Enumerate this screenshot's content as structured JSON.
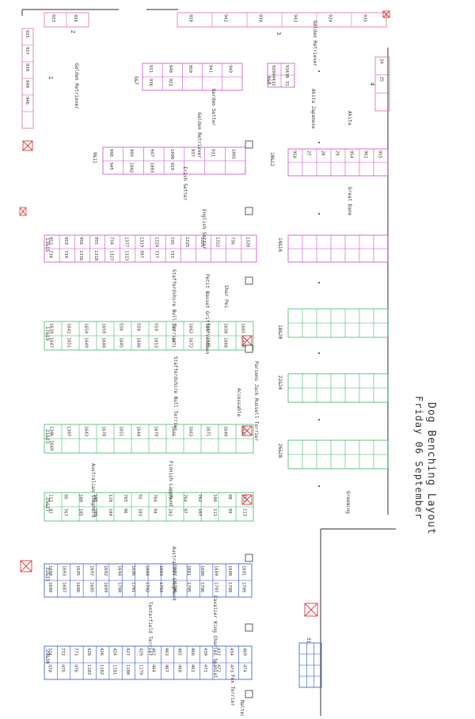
{
  "title": "Dog Benching Layout",
  "subtitle": "Friday 06 September",
  "colors": {
    "pink": "#e0708a",
    "magenta": "#c84fc4",
    "green": "#3fb86a",
    "blue": "#2f55c8",
    "red": "#d83a3a",
    "wall": "#555555"
  },
  "ring_labels": [
    "1",
    "2",
    "3",
    "4"
  ],
  "area_labels": [
    "Grooming",
    "Accessable"
  ],
  "breeds": [
    "Golden Retriever",
    "Golden Retriever",
    "Golden Retriever",
    "Akita Japanese",
    "Akita",
    "Great Dane",
    "Gordon Setter",
    "Irish Setter",
    "English Setter",
    "Petit Basset Griffon Vendeen",
    "Shar Pei",
    "Staffordshire Bull Terrier",
    "Staffordshire Bull Terrier",
    "Parsons Jack Russell Terrier",
    "Finnish Lapphund",
    "Australian Shepherd",
    "Australian Shepherd",
    "Cavalier King Charles Spaniel",
    "Tenterfield Terrier",
    "Fox Terrier",
    "Maltese"
  ],
  "row_labels": [
    "5&7",
    "6&8",
    "9&11",
    "10&12",
    "13&15",
    "14&16",
    "17&19",
    "18&20",
    "21&23",
    "22&24",
    "25&27",
    "26&28",
    "29&30",
    "31",
    "32&33"
  ],
  "numbers": {
    "top_pink": [
      "928",
      "942",
      "938",
      "943",
      "924",
      "935"
    ],
    "pink_left": [
      "923",
      "926",
      "925",
      "927",
      "930",
      "940",
      "946"
    ],
    "pink_small": [
      "24",
      "25"
    ],
    "m1": [
      "920",
      "934",
      "944",
      "30",
      "32",
      "31"
    ],
    "m2": [
      "921",
      "948",
      "950",
      "941",
      "949",
      "936",
      "922"
    ],
    "m3": [
      "958",
      "27",
      "28",
      "29",
      "954",
      "961",
      "955"
    ],
    "m4": [
      "998",
      "999",
      "947",
      "1000",
      "937",
      "931",
      "1001",
      "945",
      "1002",
      "1003",
      "929"
    ],
    "m5": [
      "953",
      "959",
      "956",
      "955",
      "734",
      "1377",
      "1319",
      "1324",
      "735",
      "1325",
      "1321",
      "1322",
      "736",
      "1320",
      "738",
      "739",
      "1316",
      "1318",
      "1327",
      "1323",
      "997",
      "737",
      "733"
    ],
    "green1": [
      "1639",
      "1642",
      "1654",
      "1659",
      "556",
      "558",
      "559",
      "557",
      "1662",
      "1660",
      "1650",
      "1665",
      "1647",
      "1651",
      "1649",
      "1648",
      "1645",
      "1646",
      "1653",
      "1671",
      "1672",
      "1665",
      "1668",
      "1656",
      "1673",
      "1670",
      "1676",
      "1675",
      "1674",
      "1677"
    ],
    "green2": [
      "1306",
      "1307",
      "1643",
      "1678",
      "1651",
      "1644",
      "1679",
      "1666",
      "1663",
      "1671",
      "1640",
      "1647",
      "1669"
    ],
    "green3": [
      "112",
      "95",
      "100",
      "108",
      "110",
      "765",
      "92",
      "766",
      "93",
      "764",
      "762",
      "106",
      "98",
      "763",
      "91",
      "767",
      "105",
      "109",
      "104",
      "96",
      "103",
      "94",
      "102",
      "97",
      "107",
      "111",
      "99",
      "113"
    ],
    "blue1": [
      "1698",
      "1693",
      "1695",
      "1697",
      "1692",
      "1694",
      "1696",
      "1684",
      "1683",
      "1682",
      "1681",
      "1680",
      "1689",
      "1690",
      "1691",
      "1688",
      "1687",
      "1686",
      "1685",
      "1699",
      "1700",
      "1701",
      "1702",
      "1703",
      "1704",
      "1705",
      "1706",
      "1707",
      "1708",
      "1709"
    ],
    "blue2": [
      "774",
      "772",
      "773",
      "428",
      "426",
      "424",
      "427",
      "429",
      "462",
      "463",
      "465",
      "466",
      "430",
      "432",
      "434",
      "469",
      "470",
      "475",
      "476",
      "1183",
      "1182",
      "1181",
      "1180",
      "1179",
      "464",
      "467",
      "468",
      "461",
      "471",
      "472",
      "473",
      "474",
      "1792",
      "1791"
    ]
  }
}
